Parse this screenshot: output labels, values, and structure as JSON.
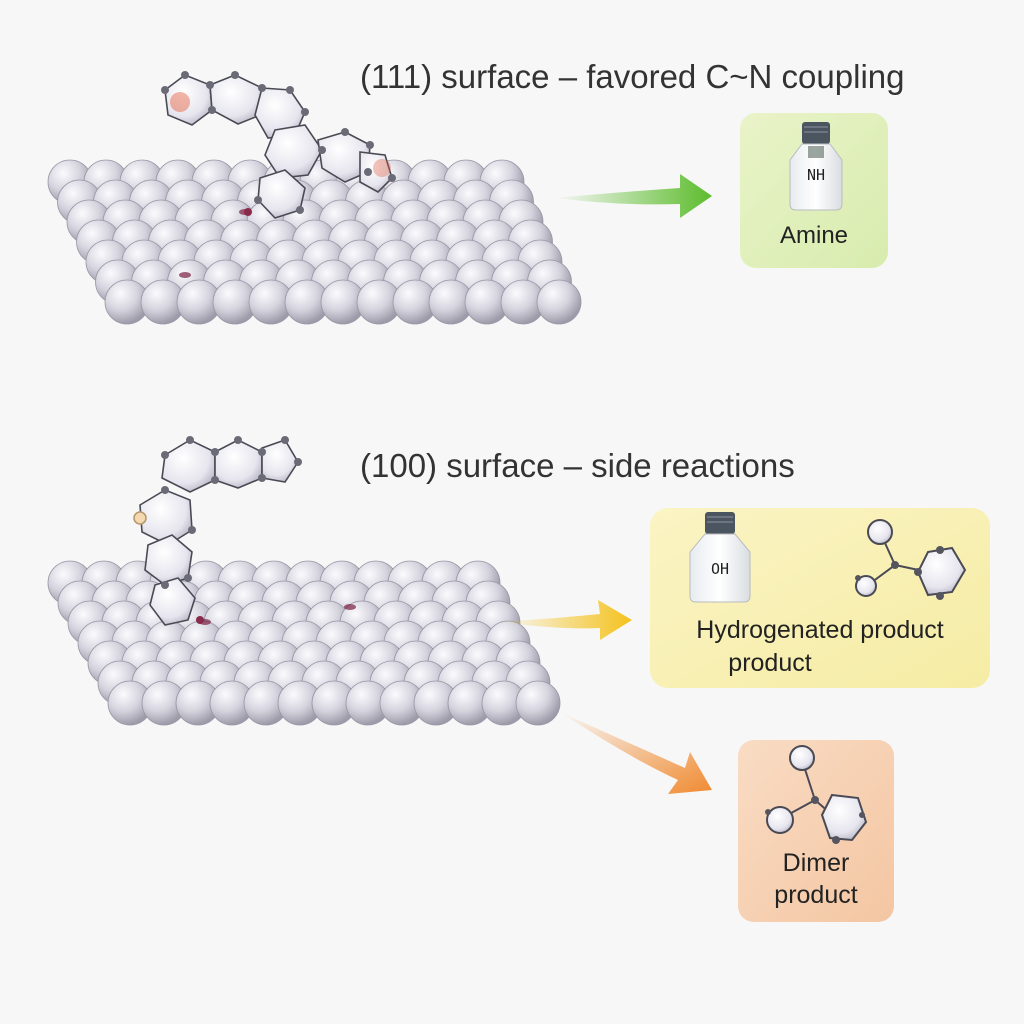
{
  "panels": [
    {
      "caption": "(111) surface – favored C~N coupling",
      "products": [
        {
          "bottle_label": "NH",
          "name": "Amine",
          "color": "#e3efbf"
        }
      ],
      "arrow_color": "#5cbc2c"
    },
    {
      "caption": "(100) surface – side reactions",
      "products": [
        {
          "bottle_label": "OH",
          "name_line1": "Hydrogenated product",
          "name_line2": "product",
          "color": "#f8f0b8"
        },
        {
          "name_line1": "Dimer",
          "name_line2": "product",
          "color": "#f7d3b8"
        }
      ],
      "arrow_colors": [
        "#f4c21c",
        "#f08a30"
      ]
    }
  ],
  "colors": {
    "atom_fill": "#c9c8d3",
    "atom_highlight": "#f4f4f8",
    "bond": "#4a4a55"
  }
}
